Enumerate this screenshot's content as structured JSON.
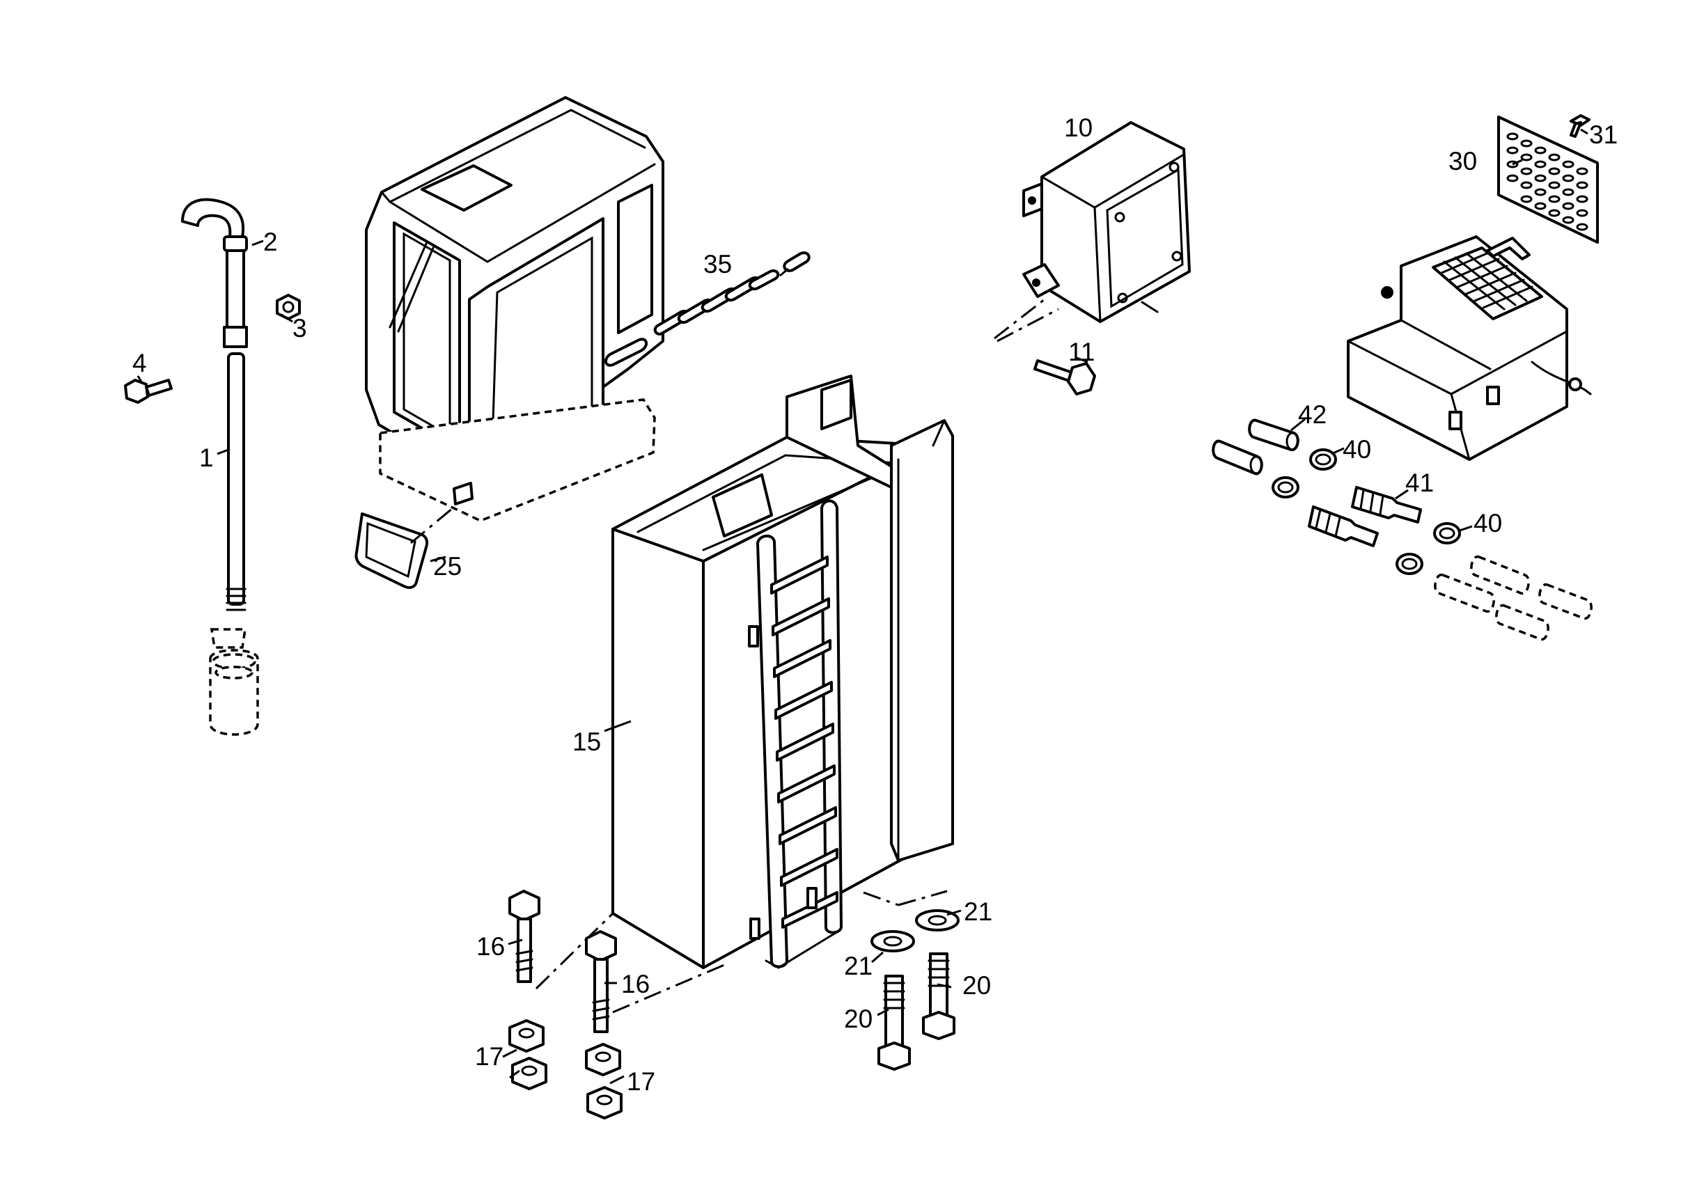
{
  "labels": {
    "p1": "1",
    "p2": "2",
    "p3": "3",
    "p4": "4",
    "p10": "10",
    "p11": "11",
    "p15": "15",
    "p16a": "16",
    "p16b": "16",
    "p17a": "17",
    "p17b": "17",
    "p20a": "20",
    "p20b": "20",
    "p21a": "21",
    "p21b": "21",
    "p25": "25",
    "p30": "30",
    "p31": "31",
    "p35": "35",
    "p40a": "40",
    "p40b": "40",
    "p41": "41",
    "p42": "42"
  },
  "colors": {
    "line": "#000000",
    "background": "#ffffff"
  }
}
